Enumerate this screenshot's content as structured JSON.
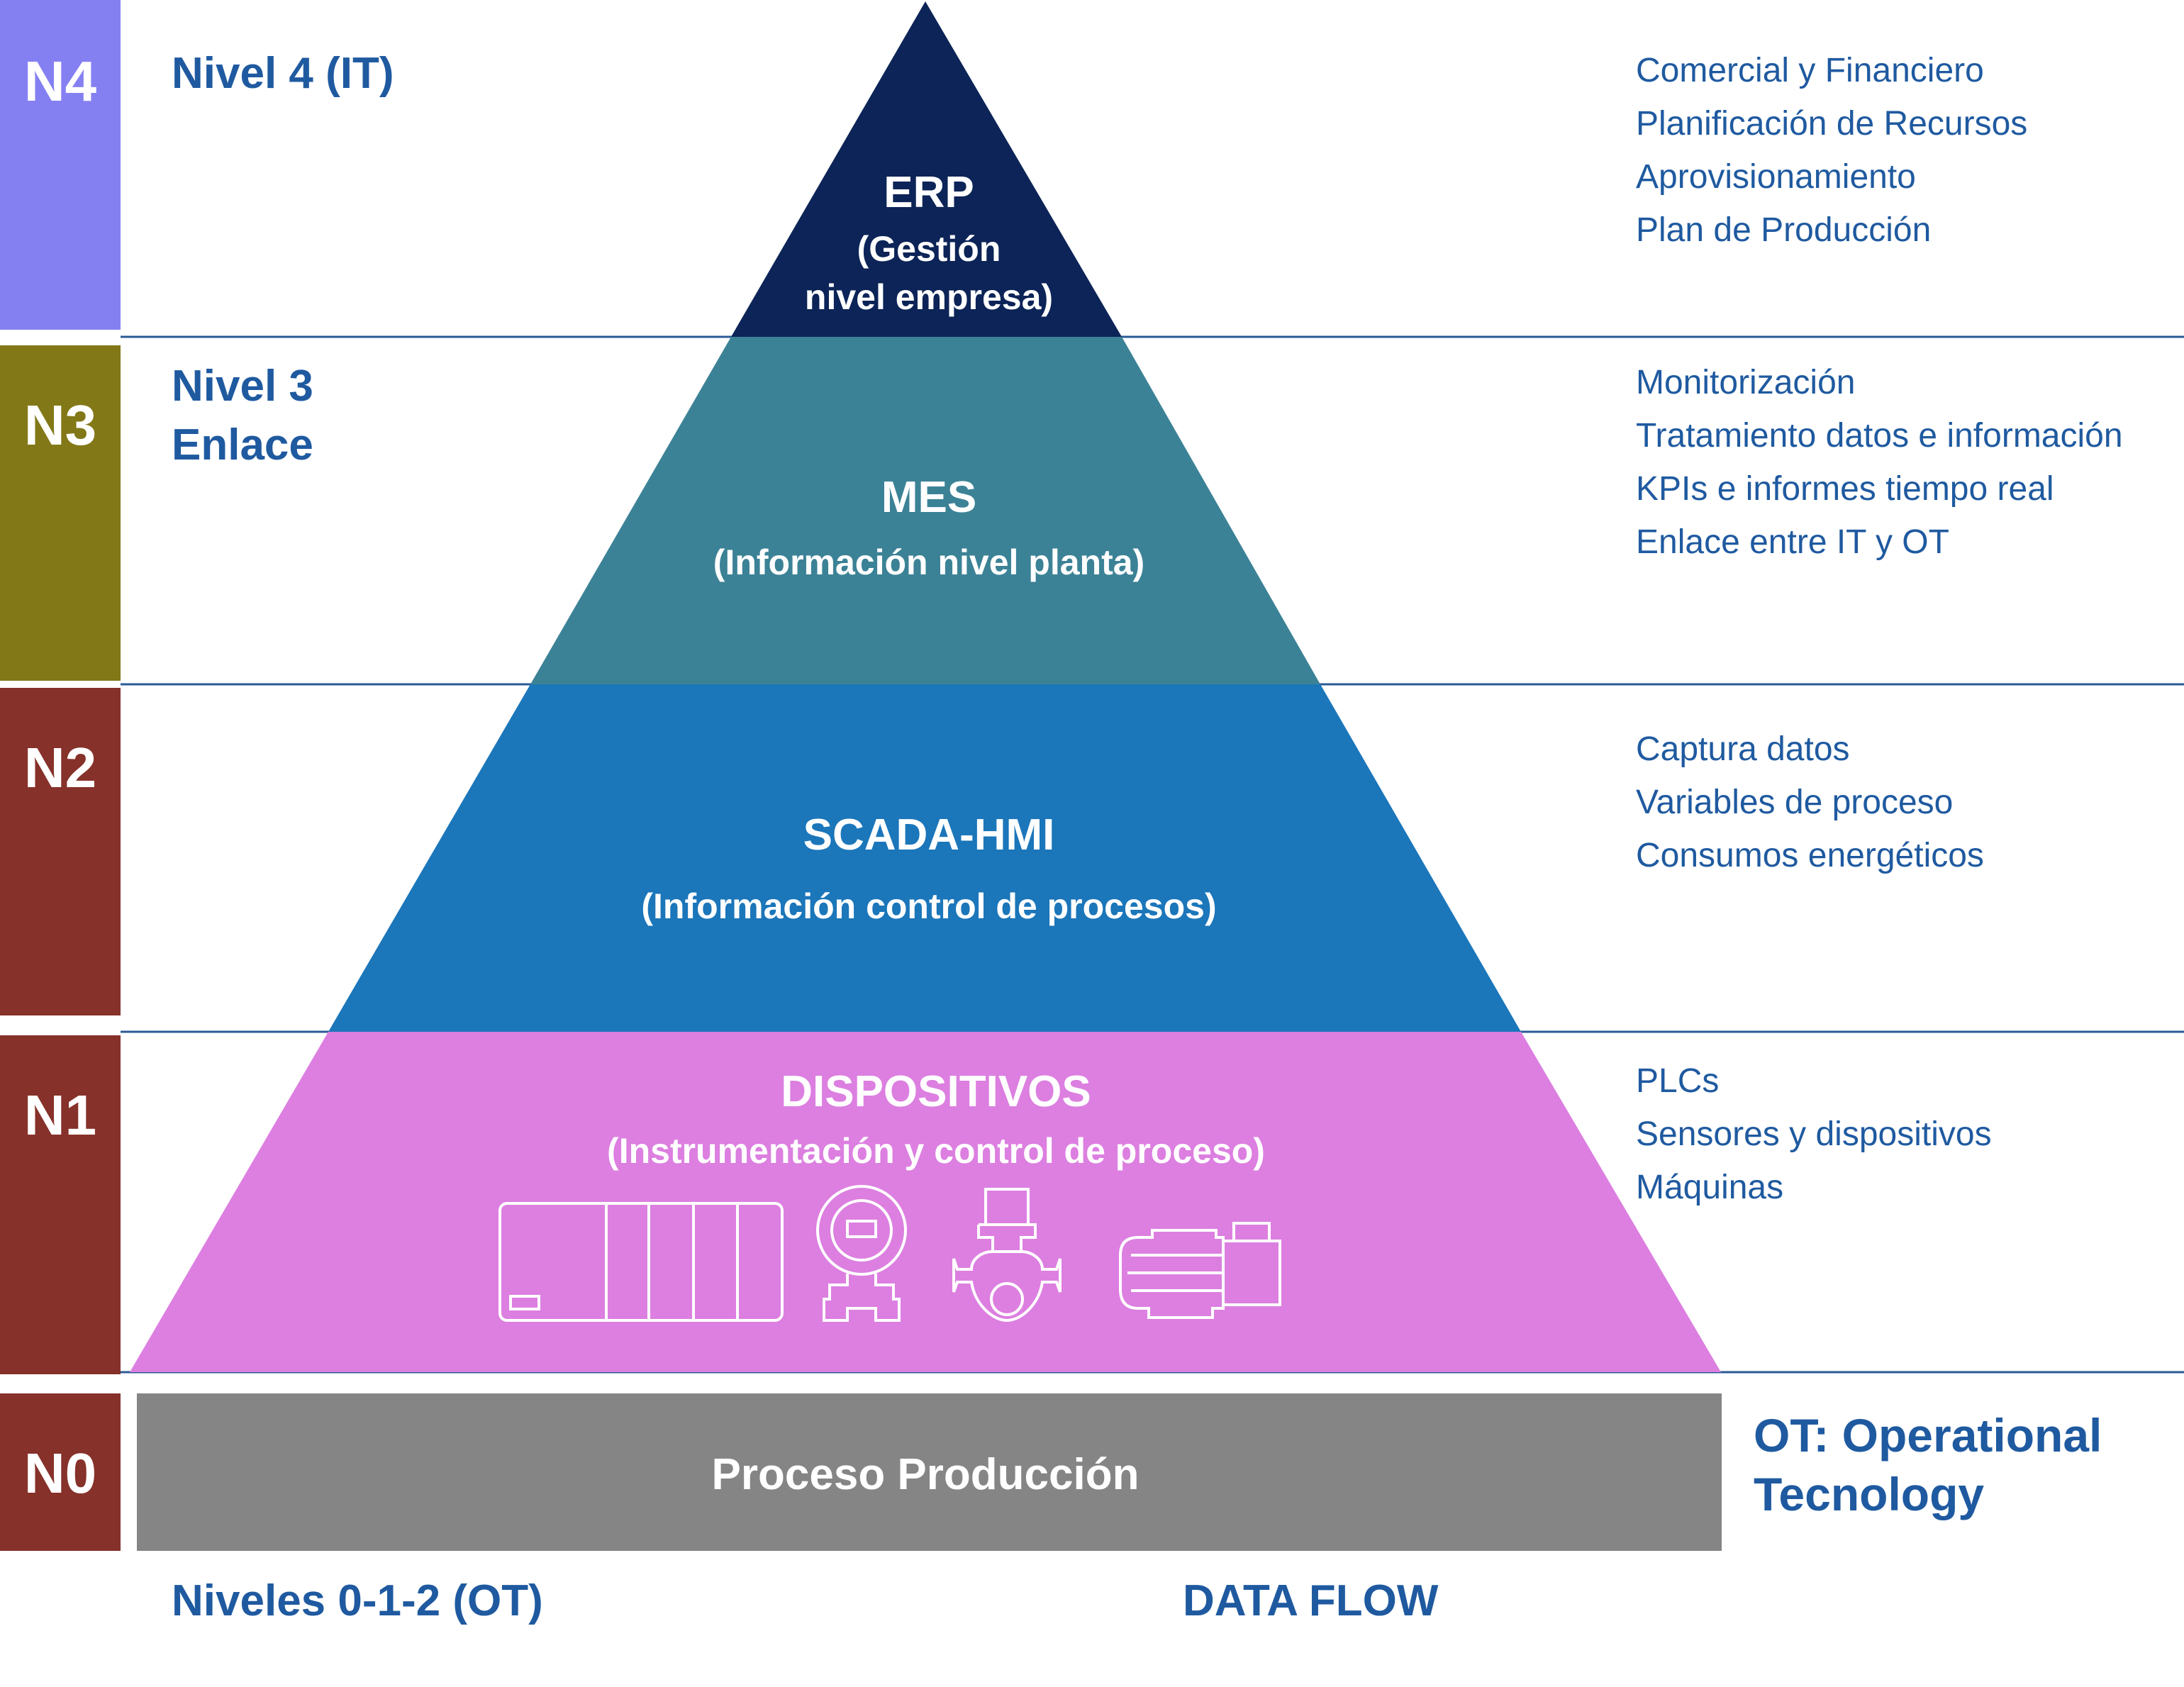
{
  "colors": {
    "text_blue": "#1F5AA0",
    "divider": "#2A5A96",
    "n4": "#8580F2",
    "n3": "#827817",
    "n2": "#86312A",
    "n1": "#86312A",
    "n0": "#86312A",
    "erp": "#0C2457",
    "mes": "#3C8296",
    "scada": "#1B76BA",
    "devices": "#DC7FE0",
    "process": "#858585"
  },
  "levels": [
    {
      "badge": "N4",
      "heading": [
        "Nivel 4 (IT)"
      ],
      "items": [
        "Comercial y Financiero",
        "Planificación de Recursos",
        "Aprovisionamiento",
        "Plan de Producción"
      ]
    },
    {
      "badge": "N3",
      "heading": [
        "Nivel 3",
        "Enlace"
      ],
      "items": [
        "Monitorización",
        "Tratamiento datos e información",
        "KPIs e informes tiempo real",
        "Enlace entre IT y OT"
      ]
    },
    {
      "badge": "N2",
      "heading": [],
      "items": [
        "Captura datos",
        "Variables de proceso",
        "Consumos energéticos"
      ]
    },
    {
      "badge": "N1",
      "heading": [],
      "items": [
        "PLCs",
        "Sensores y dispositivos",
        "Máquinas"
      ]
    },
    {
      "badge": "N0",
      "heading": [],
      "items": []
    }
  ],
  "pyramid": {
    "erp": {
      "title": "ERP",
      "sub": [
        "(Gestión",
        "nivel empresa)"
      ]
    },
    "mes": {
      "title": "MES",
      "sub": [
        "(Información nivel planta)"
      ]
    },
    "scada": {
      "title": "SCADA-HMI",
      "sub": [
        "(Información control de procesos)"
      ]
    },
    "devices": {
      "title": "DISPOSITIVOS",
      "sub": [
        "(Instrumentación y control de proceso)"
      ],
      "icons": [
        "plc-rack-icon",
        "pressure-transmitter-icon",
        "control-valve-icon",
        "electric-motor-icon"
      ]
    },
    "process": {
      "title": "Proceso Producción"
    }
  },
  "ot_label": [
    "OT: Operational",
    "Tecnology"
  ],
  "footer": {
    "left": "Niveles 0-1-2 (OT)",
    "center": "DATA FLOW"
  }
}
